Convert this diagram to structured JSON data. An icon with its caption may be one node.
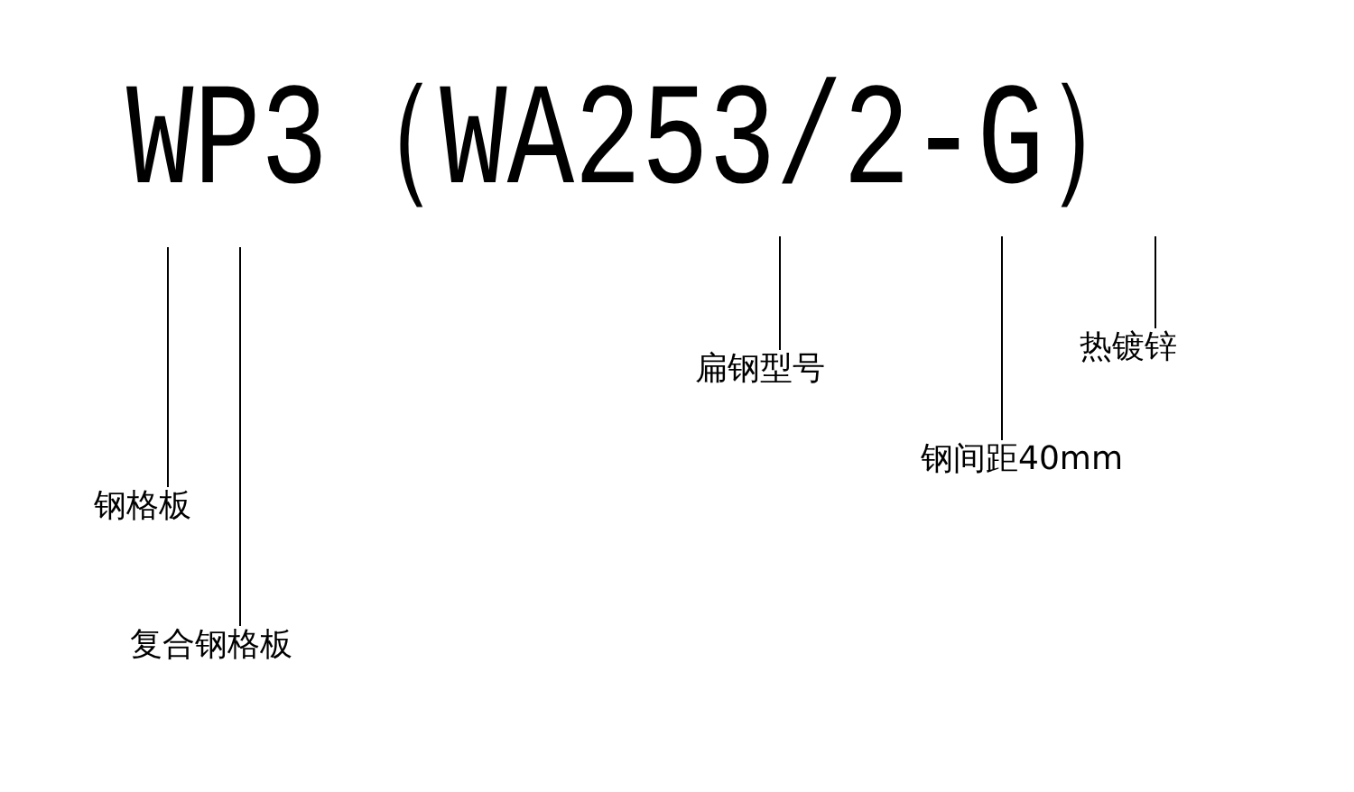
{
  "diagram": {
    "nodes": [
      {
        "text": [
          "钢格板"
        ]
      },
      {
        "text": [
          "复合钢格板"
        ]
      },
      {
        "text": [
          "扁钢型号"
        ]
      },
      {
        "text": [
          "钢间距40mm"
        ]
      },
      {
        "text": [
          "热镀锌"
        ]
      }
    ],
    "edges": [
      {
        "from": 0,
        "to": null,
        "arrow": "none"
      },
      {
        "from": 1,
        "to": null,
        "arrow": "none"
      },
      {
        "from": 2,
        "to": null,
        "arrow": "none"
      },
      {
        "from": 3,
        "to": null,
        "arrow": "none"
      },
      {
        "from": 4,
        "to": null,
        "arrow": "none"
      }
    ],
    "labels": [
      "WP3（WA253/2-G）"
    ]
  }
}
